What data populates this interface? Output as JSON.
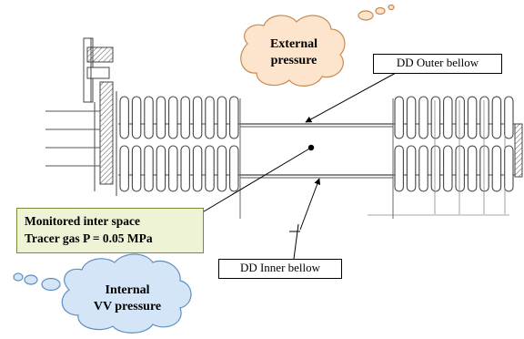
{
  "labels": {
    "external_pressure_line1": "External",
    "external_pressure_line2": "pressure",
    "outer_bellow": "DD Outer bellow",
    "inner_bellow": "DD Inner bellow",
    "monitored_line1": "Monitored inter space",
    "monitored_line2": "Tracer gas P = 0.05 MPa",
    "internal_line1": "Internal",
    "internal_line2": "VV pressure"
  },
  "colors": {
    "external_cloud_fill": "#fde4cc",
    "external_cloud_stroke": "#c98a4f",
    "internal_cloud_fill": "#d3e5f6",
    "internal_cloud_stroke": "#5f8fc0",
    "monitored_box_fill": "#eef3d6",
    "monitored_box_border": "#7a8a3a"
  }
}
